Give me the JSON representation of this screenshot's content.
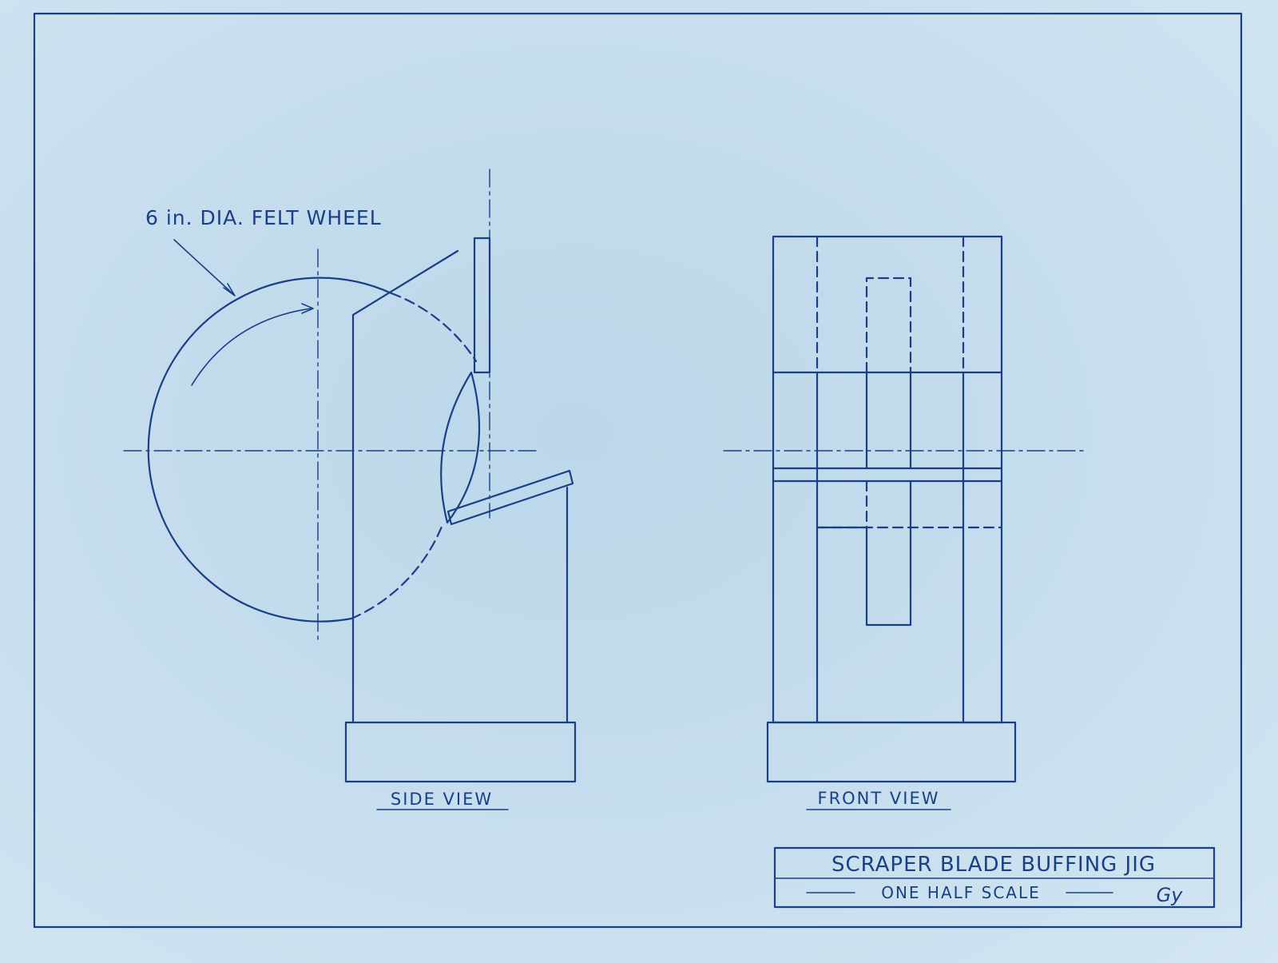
{
  "drawing": {
    "wheel_callout": "6 in. DIA. FELT WHEEL",
    "side_view_label": "SIDE VIEW",
    "front_view_label": "FRONT VIEW",
    "title_block": {
      "title": "SCRAPER BLADE BUFFING JIG",
      "scale": "ONE HALF SCALE",
      "initials": "Gy"
    }
  },
  "colors": {
    "paper": "#c6deee",
    "ink": "#1a3f86"
  }
}
